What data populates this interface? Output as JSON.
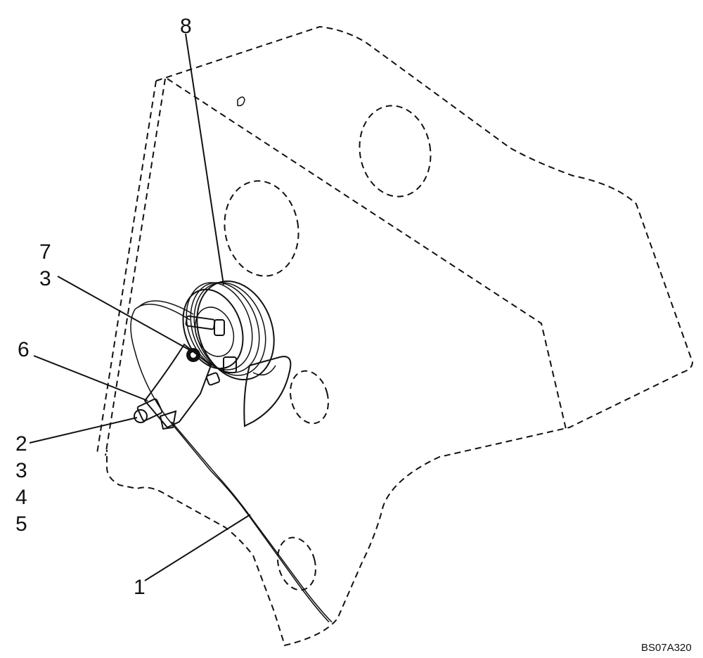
{
  "callouts": {
    "c8": "8",
    "c7": "7",
    "c3a": "3",
    "c6": "6",
    "c2": "2",
    "c3b": "3",
    "c4": "4",
    "c5": "5",
    "c1": "1"
  },
  "reference_code": "BS07A320"
}
